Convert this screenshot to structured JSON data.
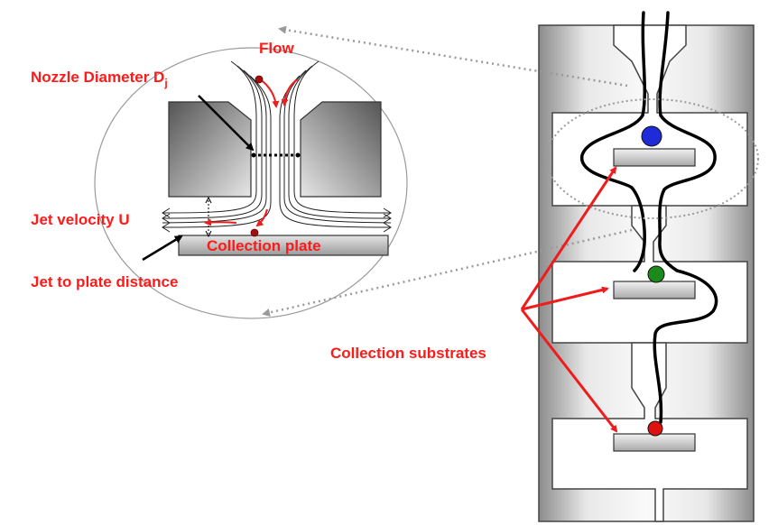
{
  "labels": {
    "flow": "Flow",
    "nozzle_diameter": "Nozzle Diameter D",
    "nozzle_diameter_subscript": "j",
    "jet_velocity": "Jet velocity U",
    "collection_plate": "Collection plate",
    "jet_to_plate_distance": "Jet to plate distance",
    "collection_substrates": "Collection substrates"
  },
  "particles": [
    {
      "stage": 1,
      "color": "#1f2bd8"
    },
    {
      "stage": 2,
      "color": "#1b8a1b"
    },
    {
      "stage": 3,
      "color": "#e01010"
    }
  ],
  "colors": {
    "label": "#ff1a1a",
    "arrow": "#ee1c1c",
    "body_light": "#f4f4f4",
    "body_dark": "#8c8c8c",
    "streamline": "#000000"
  }
}
